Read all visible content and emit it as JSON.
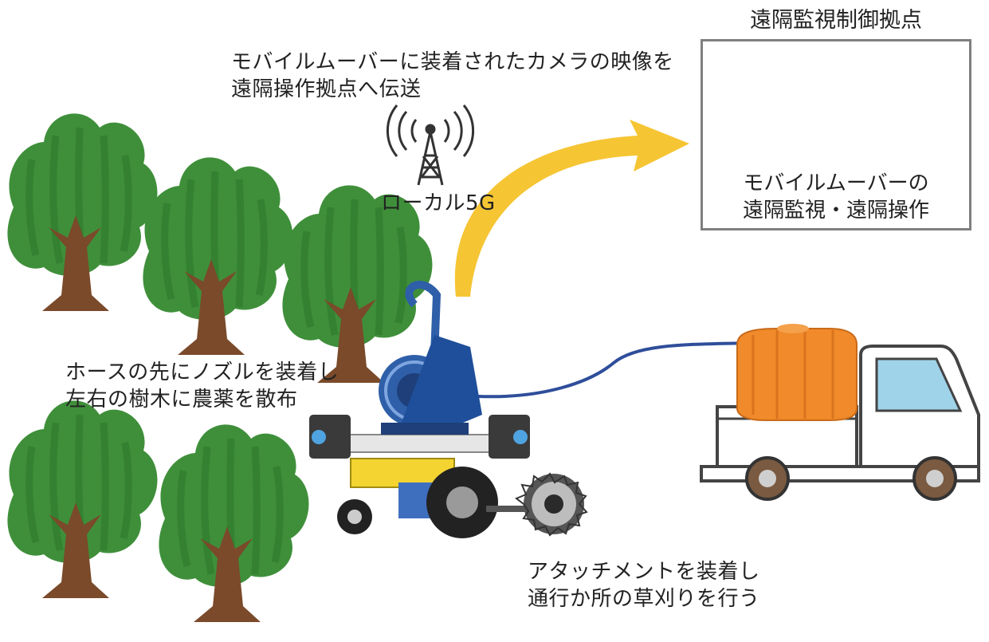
{
  "station": {
    "title": "遠隔監視制御拠点",
    "caption_line1": "モバイルムーバーの",
    "caption_line2": "遠隔監視・遠隔操作"
  },
  "camera_note": {
    "line1": "モバイルムーバーに装着されたカメラの映像を",
    "line2": "遠隔操作拠点へ伝送"
  },
  "tower": {
    "label": "ローカル5G"
  },
  "spray_note": {
    "line1": "ホースの先にノズルを装着し",
    "line2": "左右の樹木に農薬を散布"
  },
  "mow_note": {
    "line1": "アタッチメントを装着し",
    "line2": "通行か所の草刈りを行う"
  },
  "icons": [
    "antenna-tower-icon",
    "operator-laptop-icon",
    "tree-icon",
    "mobile-mover-icon",
    "hose-reel-icon",
    "camera-icon",
    "mowing-blade-icon",
    "truck-icon",
    "tank-icon",
    "arrow-icon"
  ],
  "colors": {
    "tree_leaf": "#3f8f3a",
    "tree_leaf_dark": "#2f7a2e",
    "trunk": "#7a4a2a",
    "arrow": "#f5c533",
    "reel": "#2e5fa8",
    "hose": "#2f4e9a",
    "tank": "#f08a2a",
    "mover_yellow": "#f3d431",
    "box_border": "#7f7f7f"
  }
}
